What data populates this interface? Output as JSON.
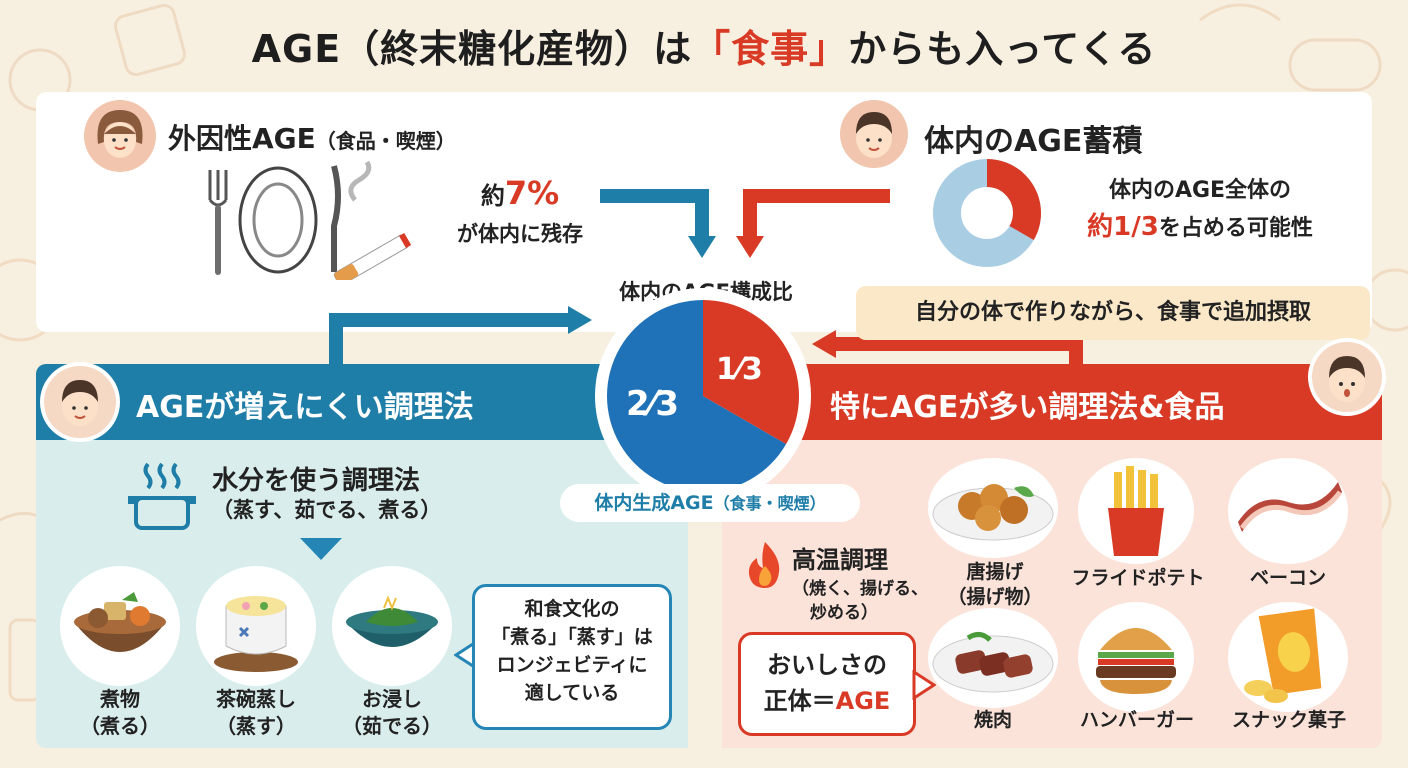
{
  "title": {
    "part1": "AGE（終末糖化産物）は",
    "highlight": "「食事」",
    "part2": "からも入ってくる"
  },
  "exogenous": {
    "heading": "外因性AGE",
    "heading_sub": "（食品・喫煙）",
    "stat_prefix": "約",
    "stat_value": "7%",
    "stat_suffix": "が体内に残存"
  },
  "accumulation": {
    "heading": "体内のAGE蓄積",
    "line1": "体内のAGE全体の",
    "line2_value": "約1/3",
    "line2_rest": "を占める可能性",
    "donut_fraction": 0.333
  },
  "composition": {
    "title": "体内のAGE構成比",
    "slice_large": "2⁄3",
    "slice_small": "1⁄3",
    "bottom_label": "体内生成AGE",
    "bottom_label_sub": "（食事・喫煙）"
  },
  "self_made_banner": "自分の体で作りながら、食事で追加摂取",
  "low_age": {
    "banner": "AGEが増えにくい調理法",
    "method_title": "水分を使う調理法",
    "method_sub": "（蒸す、茹でる、煮る）",
    "foods": [
      {
        "name": "煮物",
        "note": "（煮る）"
      },
      {
        "name": "茶碗蒸し",
        "note": "（蒸す）"
      },
      {
        "name": "お浸し",
        "note": "（茹でる）"
      }
    ],
    "note_lines": [
      "和食文化の",
      "「煮る」「蒸す」は",
      "ロンジェビティに",
      "適している"
    ]
  },
  "high_age": {
    "banner": "特にAGEが多い調理法&食品",
    "method_title": "高温調理",
    "method_sub1": "（焼く、揚げる、",
    "method_sub2": "炒める）",
    "tasty_line1": "おいしさの",
    "tasty_line2_prefix": "正体＝",
    "tasty_line2_value": "AGE",
    "foods": [
      {
        "name": "唐揚げ",
        "note": "（揚げ物）"
      },
      {
        "name": "フライドポテト",
        "note": ""
      },
      {
        "name": "ベーコン",
        "note": ""
      },
      {
        "name": "焼肉",
        "note": ""
      },
      {
        "name": "ハンバーガー",
        "note": ""
      },
      {
        "name": "スナック菓子",
        "note": ""
      }
    ]
  },
  "colors": {
    "blue": "#1f7ea8",
    "red": "#d93a25",
    "light_blue": "#d9eeec",
    "light_red": "#fbe3da",
    "background": "#f7efe0"
  }
}
